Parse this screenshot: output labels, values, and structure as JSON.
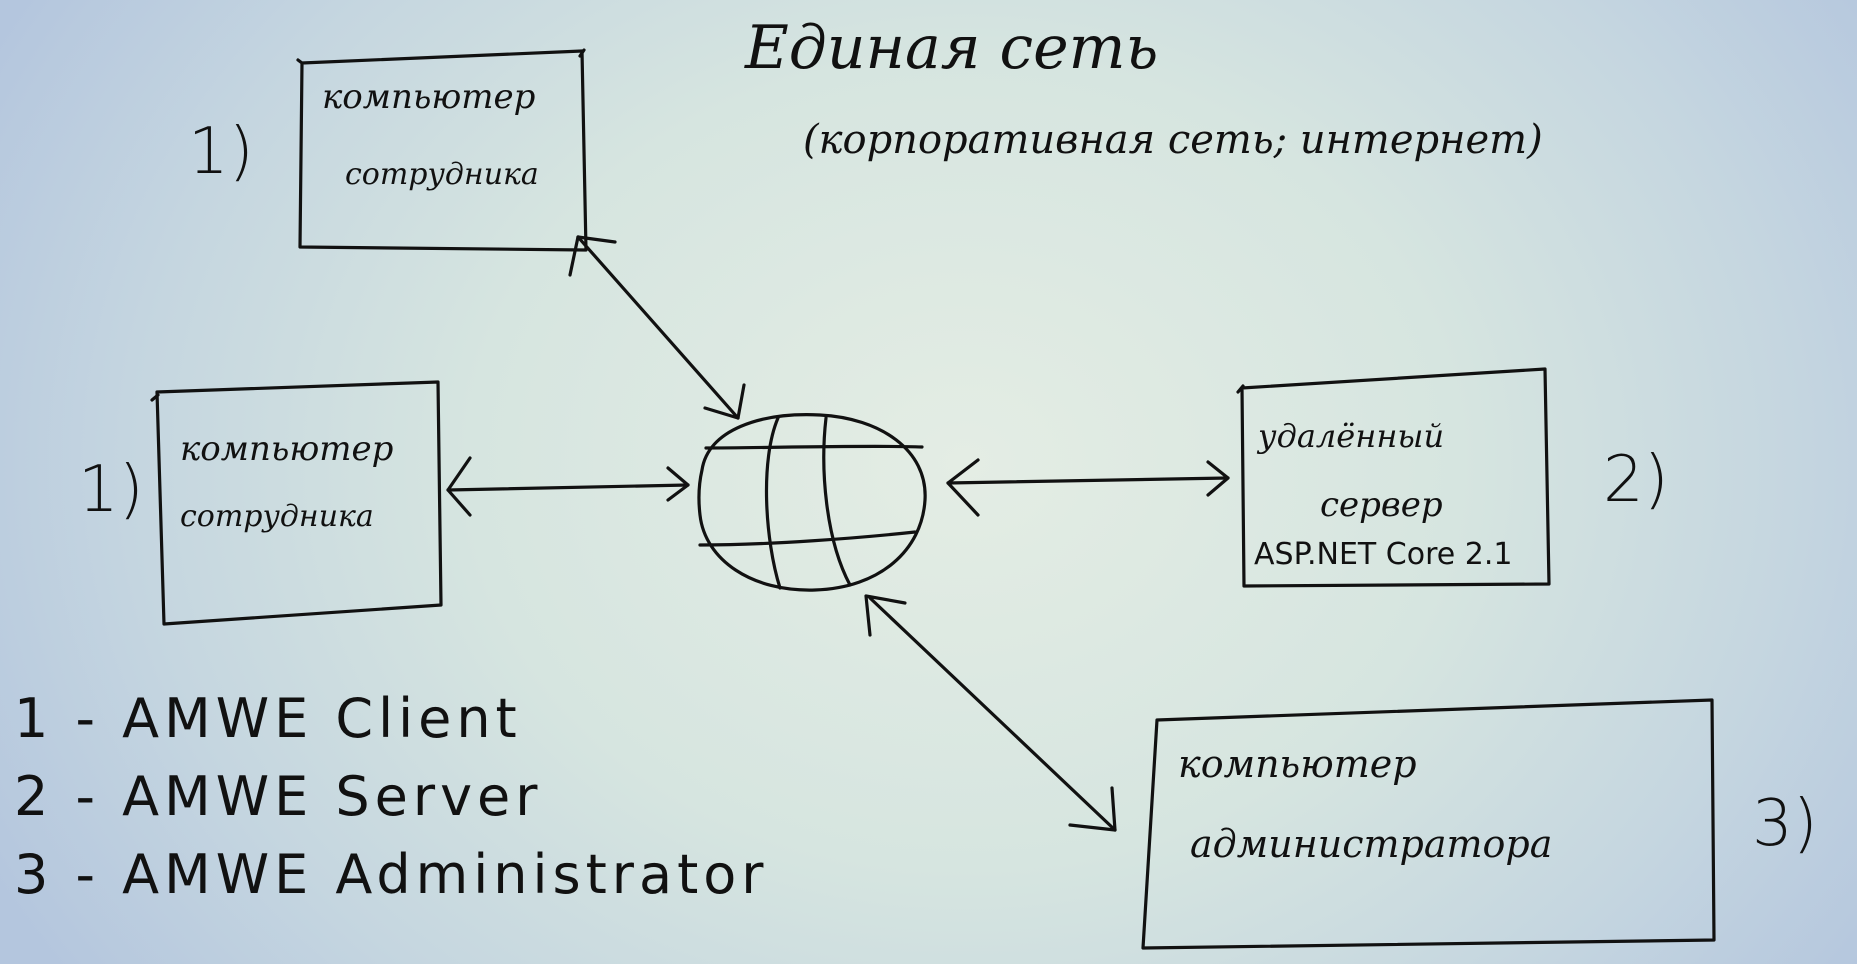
{
  "title": "Единая сеть",
  "subtitle": "(корпоративная сеть; интернет)",
  "nodes": {
    "employee_pc_top": {
      "label_line1": "компьютер",
      "label_line2": "сотрудника",
      "number": "1)"
    },
    "employee_pc_left": {
      "label_line1": "компьютер",
      "label_line2": "сотрудника",
      "number": "1)"
    },
    "remote_server": {
      "label_line1": "удалённый",
      "label_line2": "сервер",
      "label_line3": "ASP.NET Core 2.1",
      "number": "2)"
    },
    "admin_pc": {
      "label_line1": "компьютер",
      "label_line2": "администратора",
      "number": "3)"
    }
  },
  "network": {
    "icon": "globe-icon"
  },
  "legend": [
    "1 - AMWE Client",
    "2 - AMWE Server",
    "3 - AMWE Administrator"
  ]
}
